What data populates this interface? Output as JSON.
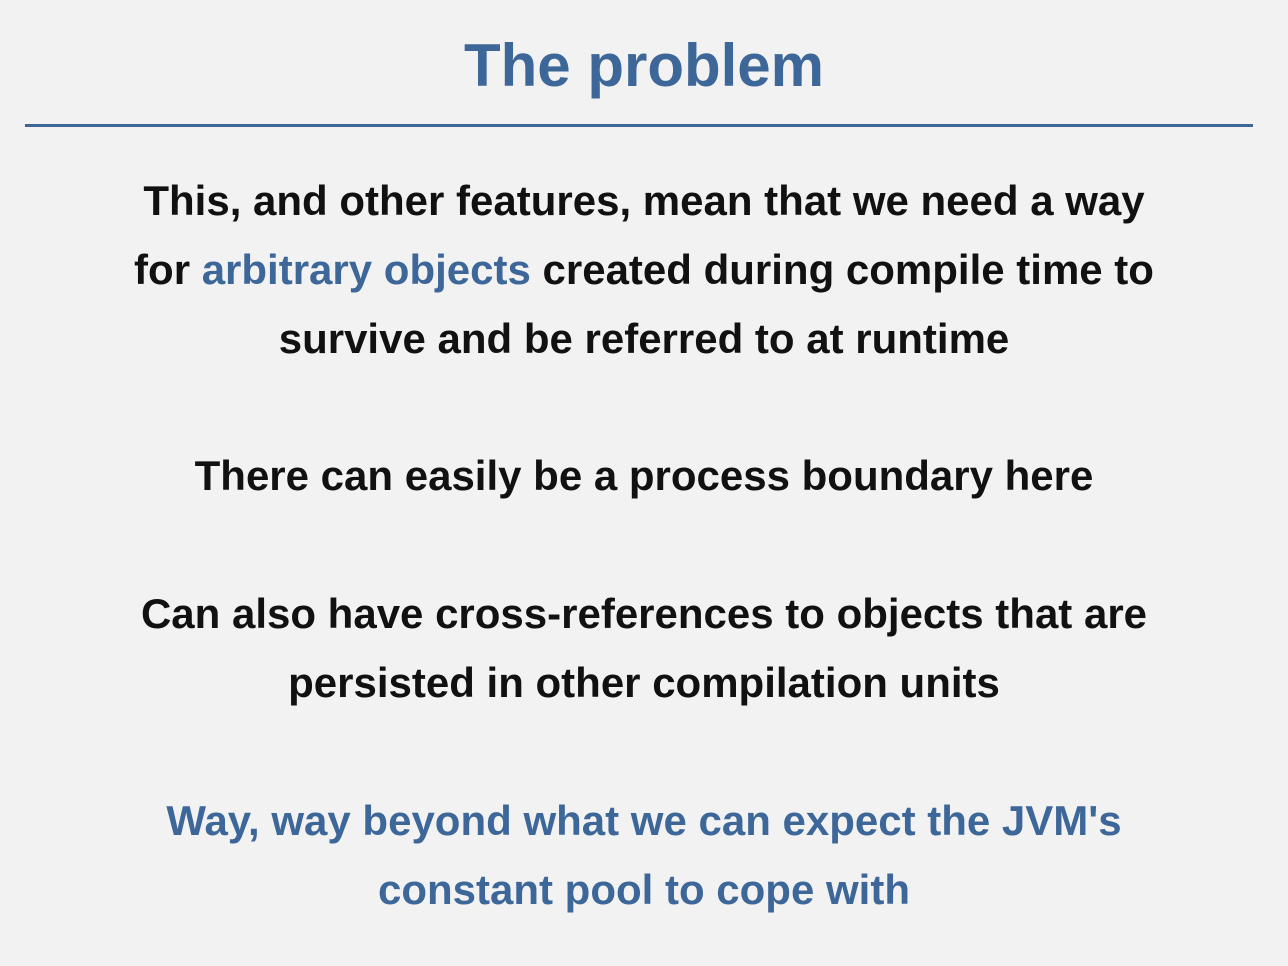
{
  "slide": {
    "title": "The problem",
    "p1": {
      "line1": "This, and other features, mean that we need a way",
      "line2_pre": "for ",
      "line2_highlight": "arbitrary objects",
      "line2_post": " created during compile time to",
      "line3": "survive and be referred to at runtime"
    },
    "p2": "There can easily be a process boundary here",
    "p3": {
      "line1": "Can also have cross-references to objects that are",
      "line2": "persisted in other compilation units"
    },
    "p4": {
      "line1": "Way, way beyond what we can expect the JVM's",
      "line2": "constant pool to cope with"
    },
    "colors": {
      "accent": "#3d6799",
      "background": "#f2f2f2",
      "text": "#111111"
    }
  }
}
